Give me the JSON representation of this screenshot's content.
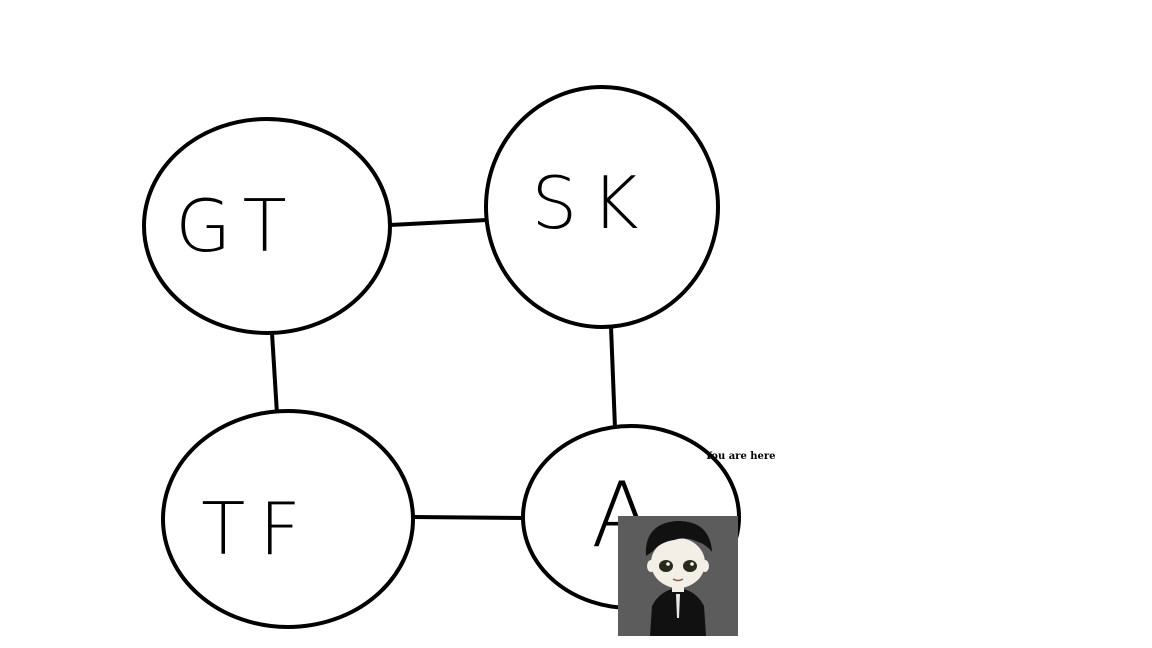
{
  "nodes": {
    "gt": {
      "label": "GT"
    },
    "sk": {
      "label": "SK"
    },
    "tf": {
      "label": "TF"
    },
    "a": {
      "label": "A"
    }
  },
  "edges": [
    {
      "from": "gt",
      "to": "sk"
    },
    {
      "from": "sk",
      "to": "a"
    },
    {
      "from": "gt",
      "to": "tf"
    },
    {
      "from": "tf",
      "to": "a"
    }
  ],
  "marker": {
    "caption": "You are here",
    "avatar_icon": "avatar-icon"
  },
  "colors": {
    "stroke": "#000000",
    "background": "#ffffff",
    "avatar_bg": "#5c5c5c"
  }
}
